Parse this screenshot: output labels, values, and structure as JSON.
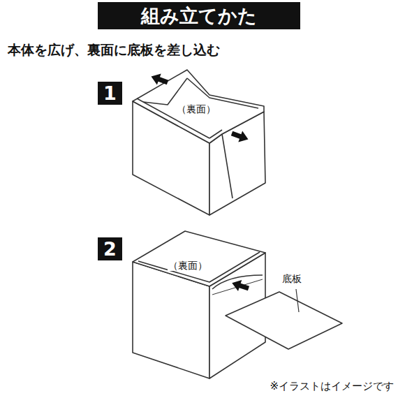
{
  "diagram": {
    "title": "組み立てかた",
    "caption": "※イラストはイメージです",
    "nodes": [
      {
        "text": [
          "1"
        ]
      },
      {
        "text": [
          "2"
        ]
      }
    ],
    "labels": [
      "本体を広げ、裏面に底板を差し込む",
      "（裏面）",
      "（裏面）",
      "底板"
    ]
  }
}
